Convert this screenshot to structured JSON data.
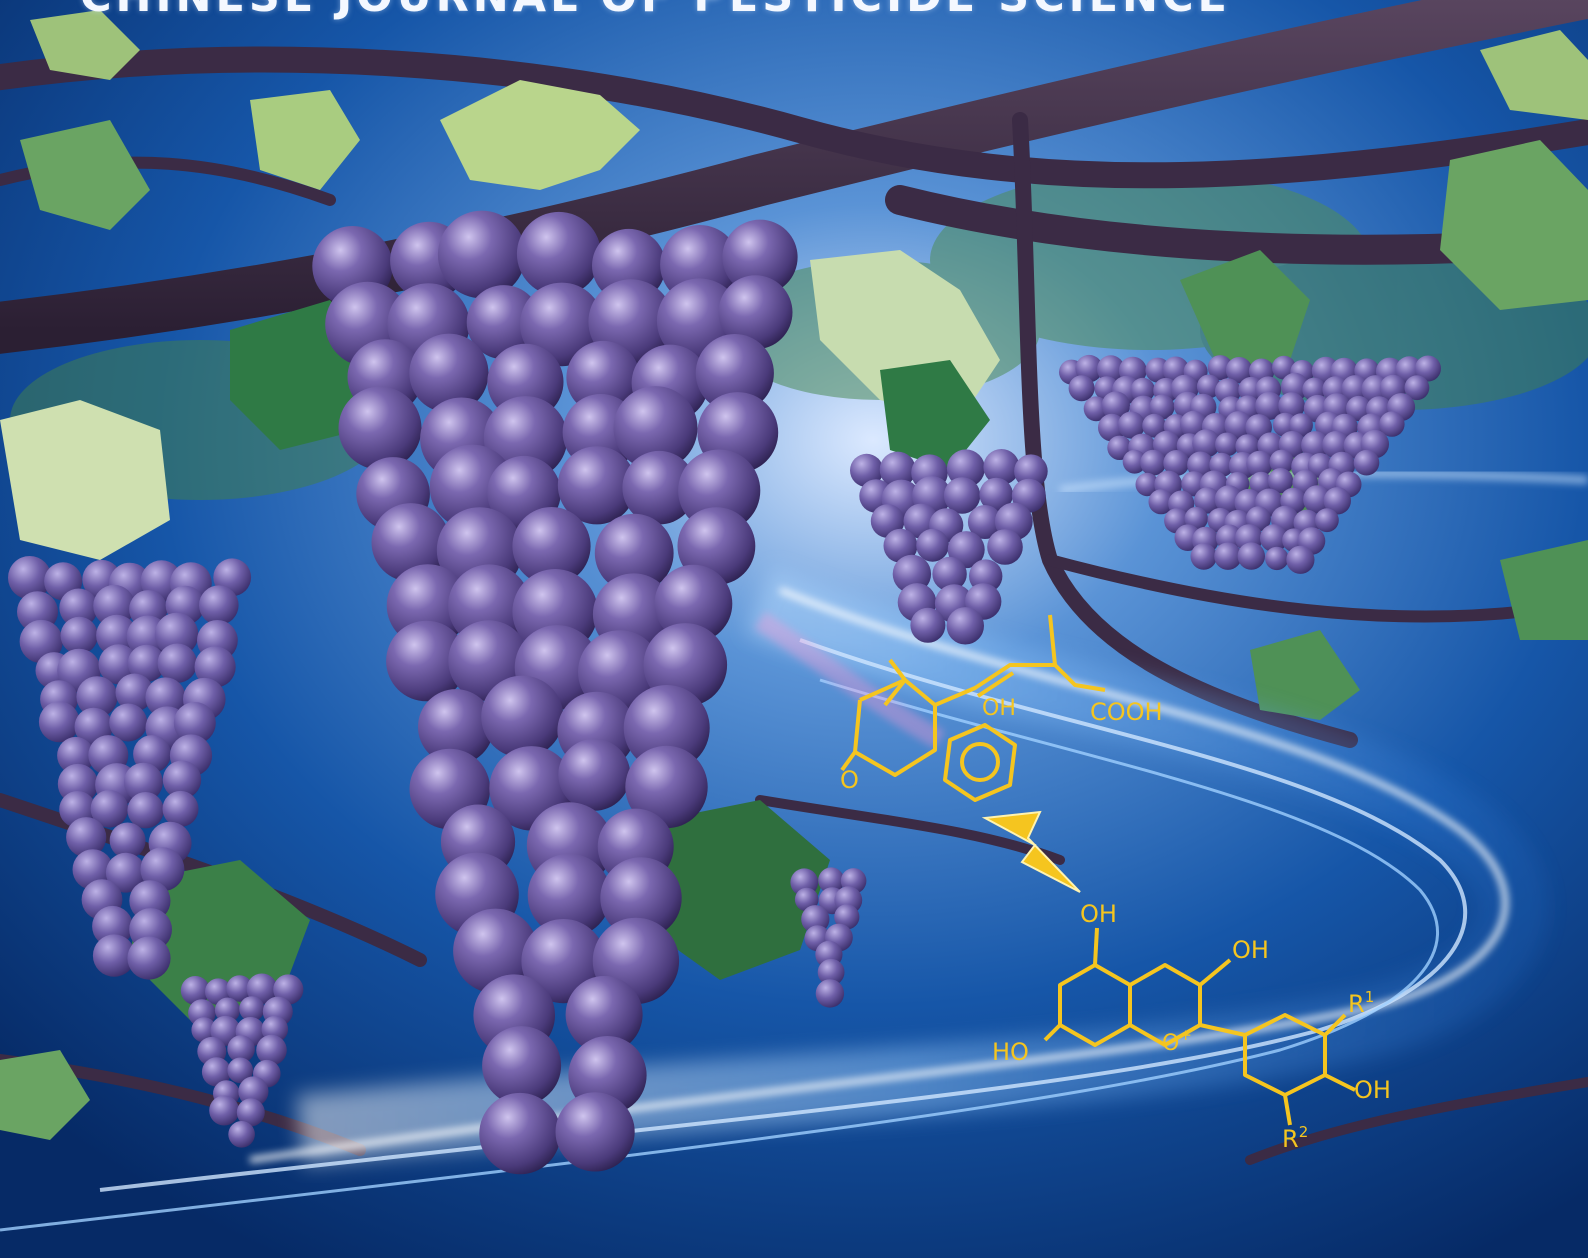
{
  "journal": {
    "title": "CHINESE JOURNAL OF PESTICIDE SCIENCE"
  },
  "molecules": {
    "top": {
      "labels": {
        "hydroxyl": "OH",
        "carboxyl": "COOH",
        "ketone": "O"
      }
    },
    "bottom": {
      "labels": {
        "oh_top": "OH",
        "oh_right": "OH",
        "ho_left": "HO",
        "oxonium_o": "O",
        "oxonium_charge": "+",
        "oh_ring": "OH",
        "r1_letter": "R",
        "r1_sup": "1",
        "r2_letter": "R",
        "r2_sup": "2"
      }
    }
  },
  "colors": {
    "background": "#0b3f86",
    "glow": "#dbe9ff",
    "branch": "#3a2a44",
    "leaf": "#5f9a57",
    "leaf_light": "#b9d58c",
    "grape": "#5b4a8e",
    "molecule": "#f5c51f"
  }
}
